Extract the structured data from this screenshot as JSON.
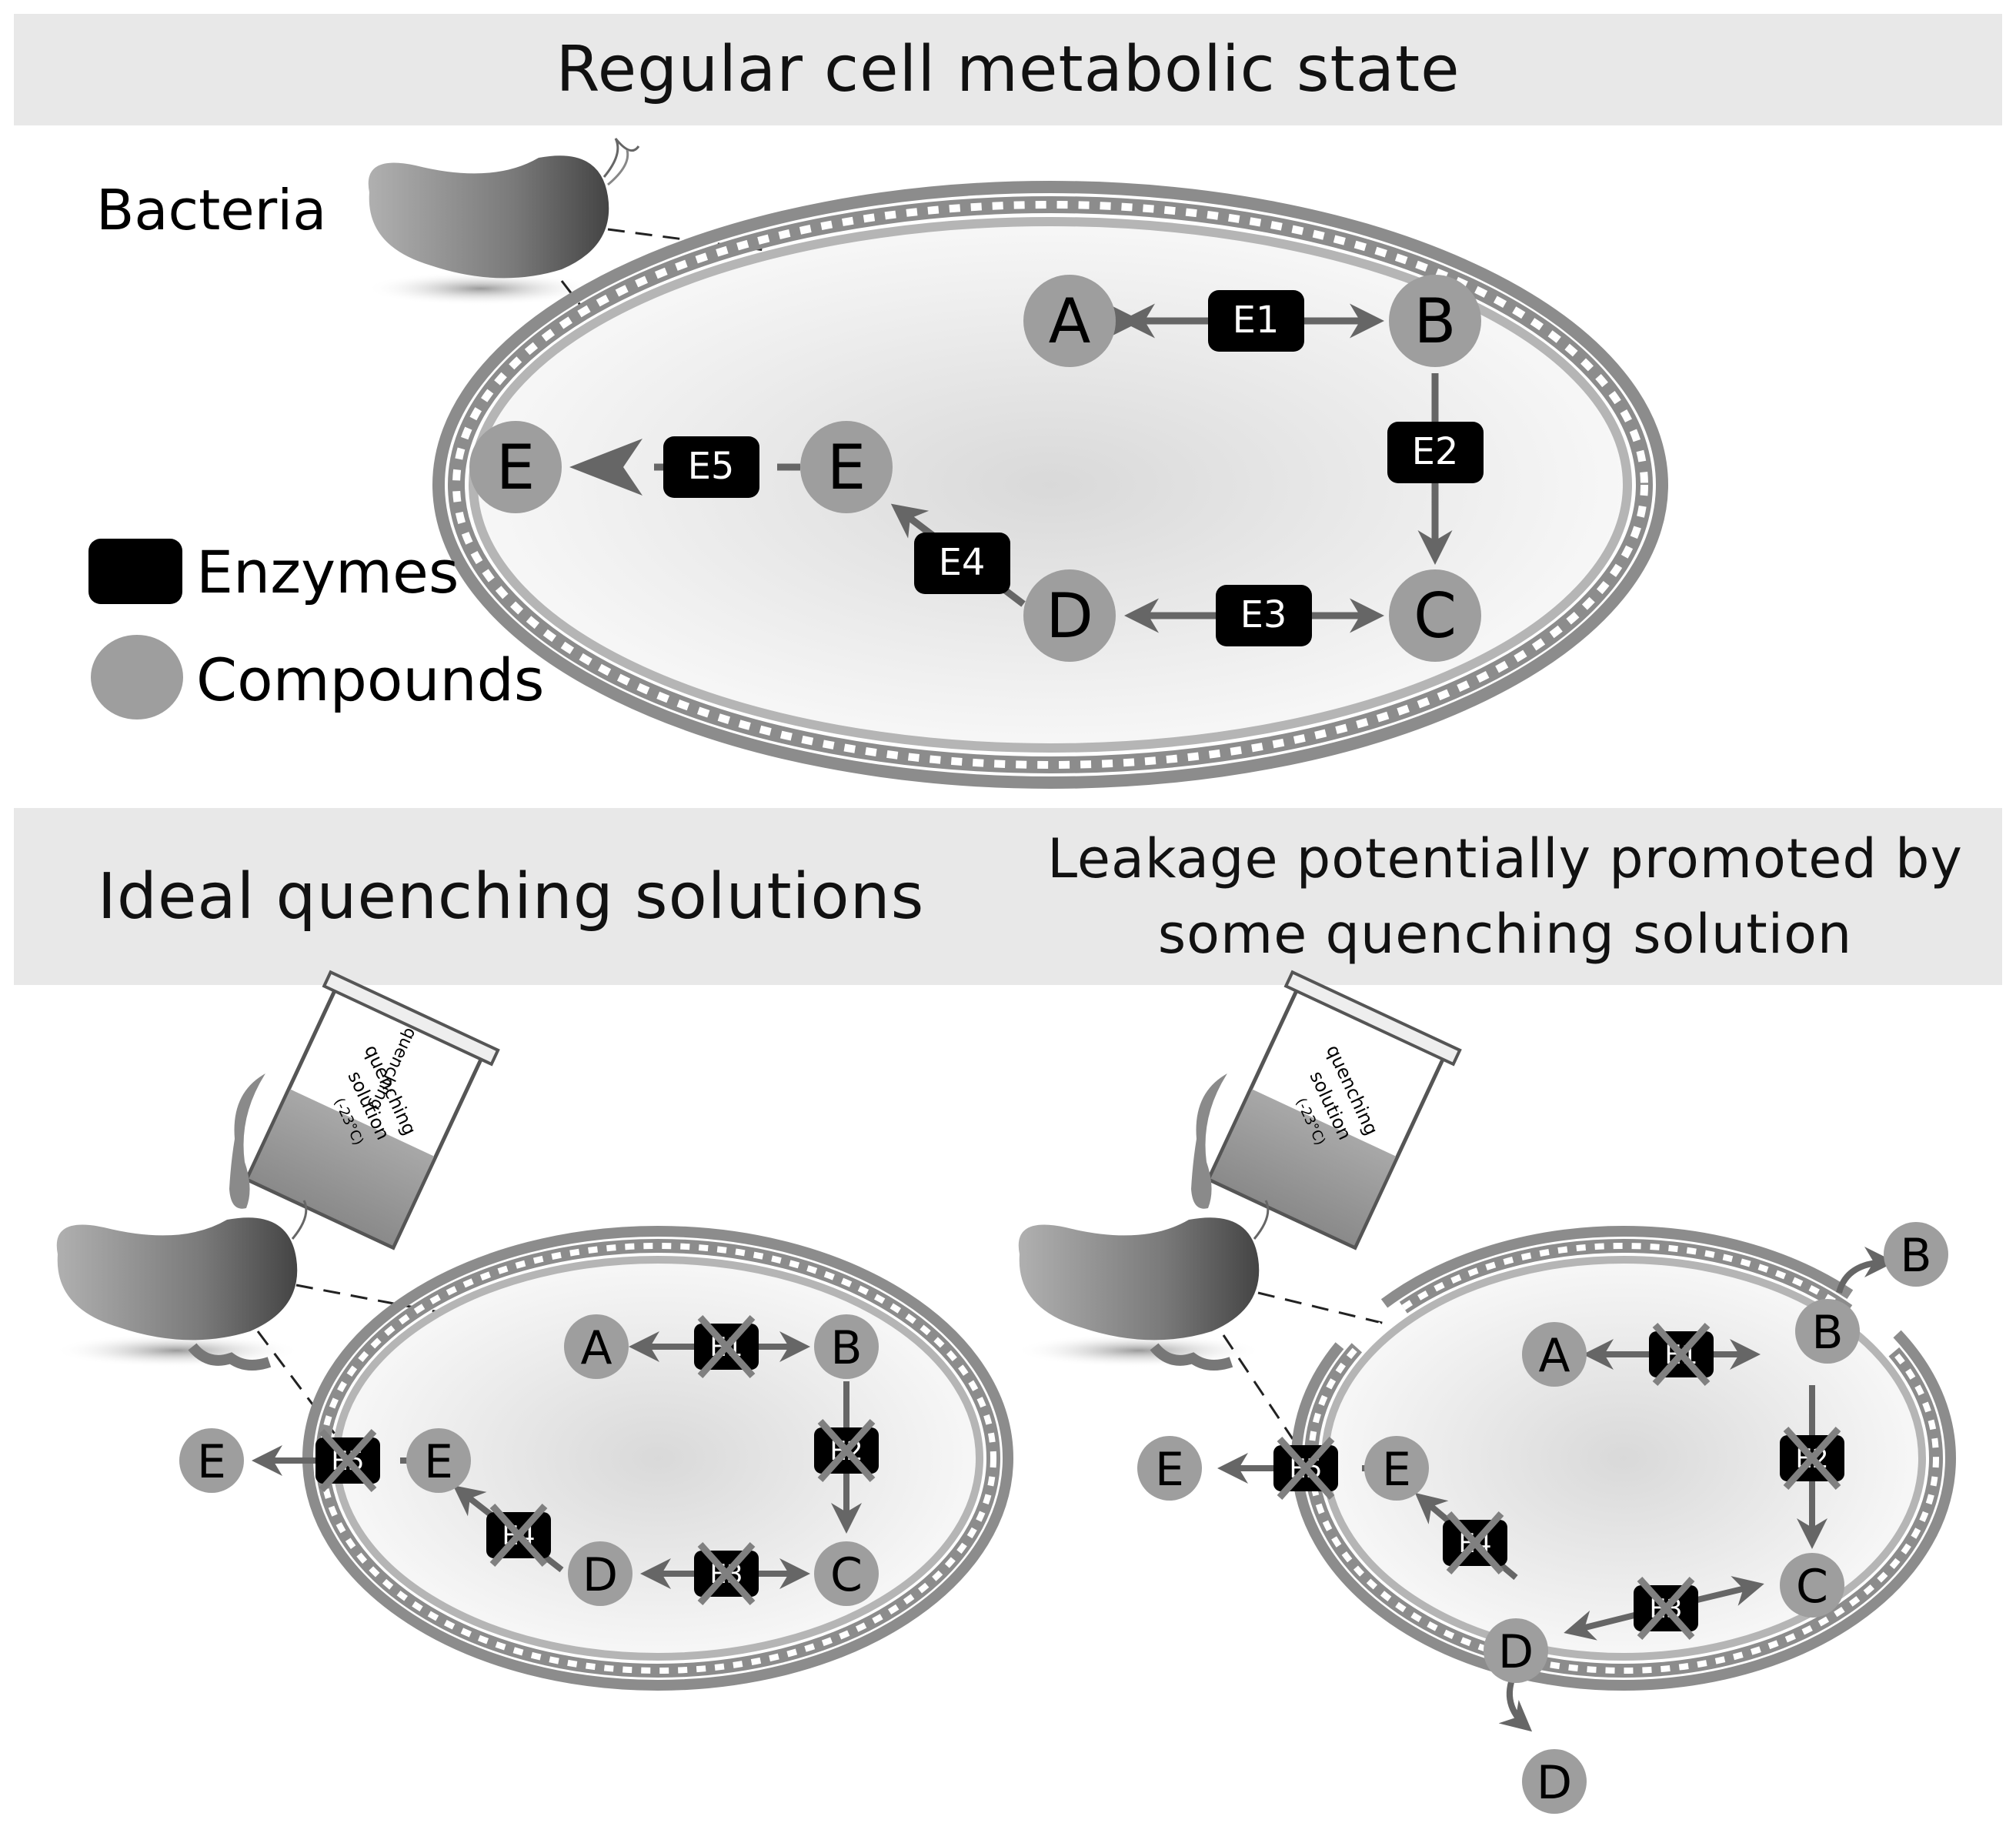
{
  "titles": {
    "top": "Regular cell metabolic state",
    "left": "Ideal quenching solutions",
    "right_line1": "Leakage potentially promoted by",
    "right_line2": "some quenching solution"
  },
  "labels": {
    "bacteria": "Bacteria",
    "legend_enzymes": "Enzymes",
    "legend_compounds": "Compounds",
    "beaker_line1": "quenching",
    "beaker_line2": "solution",
    "beaker_line3": "(-23°C)"
  },
  "compounds": [
    "A",
    "B",
    "C",
    "D",
    "E"
  ],
  "enzymes": [
    "E1",
    "E2",
    "E3",
    "E4",
    "E5"
  ],
  "colors": {
    "compound": "#9e9e9e",
    "enzyme": "#000000",
    "membrane_outer": "#8c8c8c",
    "membrane_inner": "#b5b5b5",
    "arrow": "#666666",
    "banner": "#e8e8e8",
    "cross": "#808080"
  }
}
